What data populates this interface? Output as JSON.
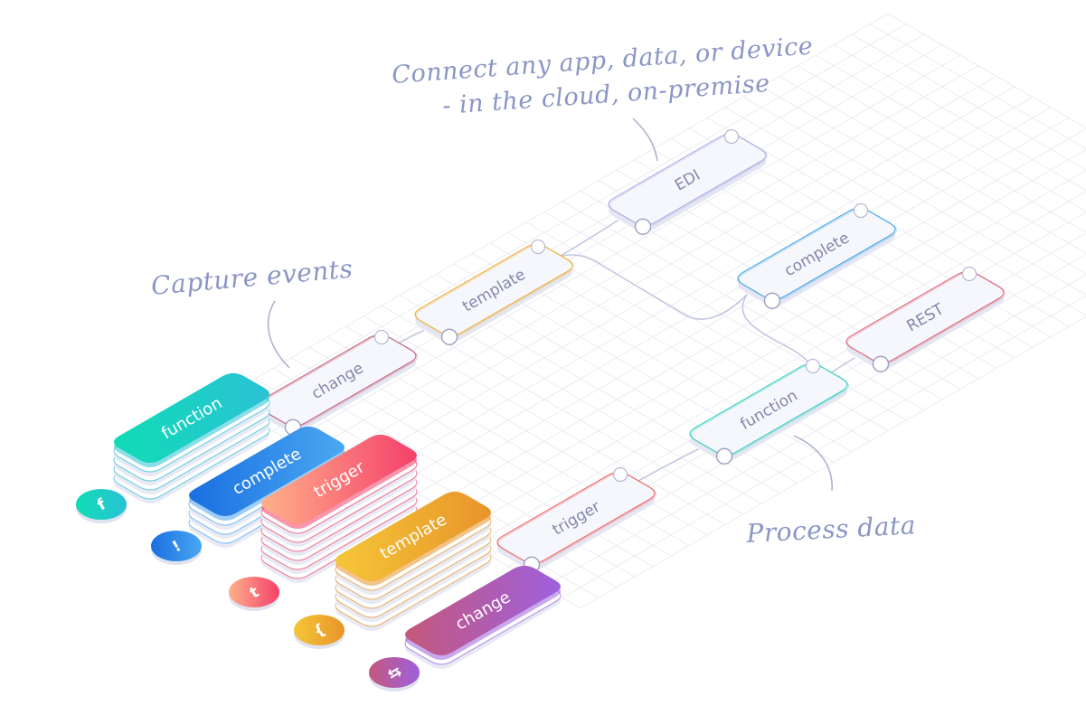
{
  "annotations": {
    "connect_line1": "Connect any app, data, or device",
    "connect_line2": "- in the cloud, on-premise",
    "capture": "Capture events",
    "process": "Process data"
  },
  "flow_nodes": [
    {
      "id": "edi",
      "label": "EDI",
      "accent": "#aab0e6",
      "icon": "ring-port-icon"
    },
    {
      "id": "complete",
      "label": "complete",
      "accent": "#4aa8e8",
      "icon": "ring-port-icon"
    },
    {
      "id": "rest",
      "label": "REST",
      "accent": "#e06a7c",
      "icon": "ring-port-icon"
    },
    {
      "id": "template",
      "label": "template",
      "accent": "#efb13a",
      "icon": "ring-port-icon"
    },
    {
      "id": "change",
      "label": "change",
      "accent": "#c4667e",
      "icon": "ring-port-icon"
    },
    {
      "id": "function",
      "label": "function",
      "accent": "#38d0c0",
      "icon": "ring-port-icon"
    },
    {
      "id": "trigger",
      "label": "trigger",
      "accent": "#f06a6a",
      "icon": "ring-port-icon"
    }
  ],
  "palette_nodes": [
    {
      "id": "p-function",
      "label": "function",
      "color_a": "#10dcb4",
      "color_b": "#2ac2d6",
      "chip_icon": "function-f-icon",
      "chip_glyph": "f"
    },
    {
      "id": "p-complete",
      "label": "complete",
      "color_a": "#1a6fe0",
      "color_b": "#4aa8f2",
      "chip_icon": "exclamation-icon",
      "chip_glyph": "!"
    },
    {
      "id": "p-trigger",
      "label": "trigger",
      "color_a": "#ffb08a",
      "color_b": "#f4406a",
      "chip_icon": "trigger-t-icon",
      "chip_glyph": "t"
    },
    {
      "id": "p-template",
      "label": "template",
      "color_a": "#f5c638",
      "color_b": "#e8942a",
      "chip_icon": "curly-brace-icon",
      "chip_glyph": "{"
    },
    {
      "id": "p-change",
      "label": "change",
      "color_a": "#c4587c",
      "color_b": "#9e60de",
      "chip_icon": "swap-arrows-icon",
      "chip_glyph": "⇆"
    }
  ]
}
